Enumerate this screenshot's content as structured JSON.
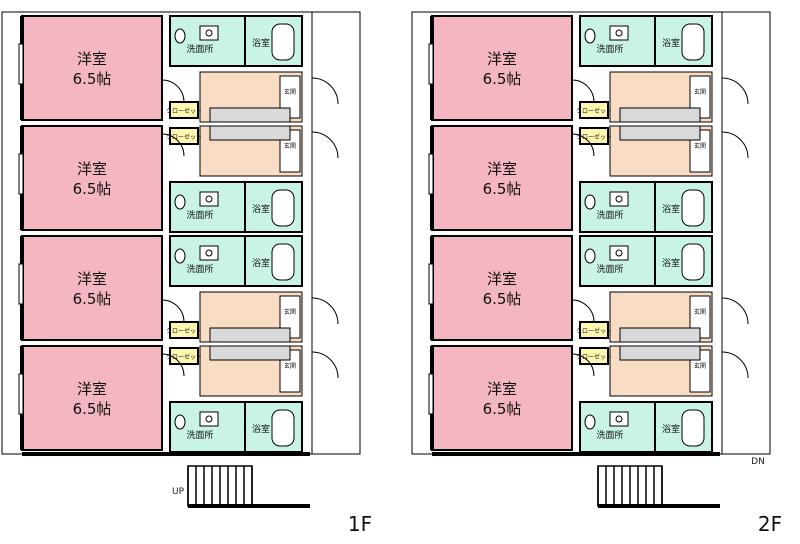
{
  "floors": [
    {
      "label": "1F",
      "stair_label": "UP",
      "units": [
        {
          "room_label": "洋室",
          "room_size": "6.5帖",
          "wash_label": "洗面所",
          "bath_label": "浴室",
          "entry_label": "玄関",
          "closet_label": "クローゼット"
        },
        {
          "room_label": "洋室",
          "room_size": "6.5帖",
          "wash_label": "洗面所",
          "bath_label": "浴室",
          "entry_label": "玄関",
          "closet_label": "クローゼット"
        },
        {
          "room_label": "洋室",
          "room_size": "6.5帖",
          "wash_label": "洗面所",
          "bath_label": "浴室",
          "entry_label": "玄関",
          "closet_label": "クローゼット"
        },
        {
          "room_label": "洋室",
          "room_size": "6.5帖",
          "wash_label": "洗面所",
          "bath_label": "浴室",
          "entry_label": "玄関",
          "closet_label": "クローゼット"
        }
      ]
    },
    {
      "label": "2F",
      "stair_label": "DN",
      "units": [
        {
          "room_label": "洋室",
          "room_size": "6.5帖",
          "wash_label": "洗面所",
          "bath_label": "浴室",
          "entry_label": "玄関",
          "closet_label": "クローゼット"
        },
        {
          "room_label": "洋室",
          "room_size": "6.5帖",
          "wash_label": "洗面所",
          "bath_label": "浴室",
          "entry_label": "玄関",
          "closet_label": "クローゼット"
        },
        {
          "room_label": "洋室",
          "room_size": "6.5帖",
          "wash_label": "洗面所",
          "bath_label": "浴室",
          "entry_label": "玄関",
          "closet_label": "クローゼット"
        },
        {
          "room_label": "洋室",
          "room_size": "6.5帖",
          "wash_label": "洗面所",
          "bath_label": "浴室",
          "entry_label": "玄関",
          "closet_label": "クローゼット"
        }
      ]
    }
  ],
  "colors": {
    "room": "#f4b6c0",
    "wet": "#c8f3e6",
    "entry": "#f8dcc4",
    "closet": "#fff6b0",
    "kitchen": "#d9d9d9",
    "wall": "#000000"
  }
}
